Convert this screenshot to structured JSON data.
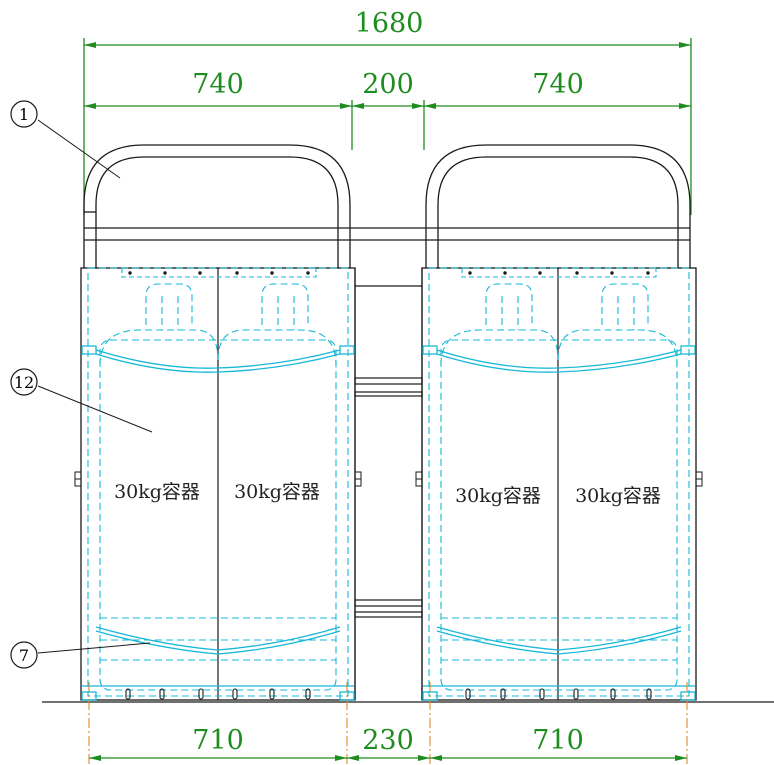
{
  "dimensions": {
    "overall": "1680",
    "left_width": "740",
    "gap": "200",
    "right_width": "740",
    "bottom_left": "710",
    "bottom_gap": "230",
    "bottom_right": "710"
  },
  "balloons": {
    "frame": "1",
    "cabinet": "12",
    "base": "7"
  },
  "cylinders": {
    "label_1": "30kg容器",
    "label_2": "30kg容器",
    "label_3": "30kg容器",
    "label_4": "30kg容器"
  },
  "colors": {
    "dimension": "#1e8c1e",
    "cylinder_dashed": "#17b8d8",
    "outline": "#1a1a1a",
    "centerline": "#e08a2a"
  }
}
